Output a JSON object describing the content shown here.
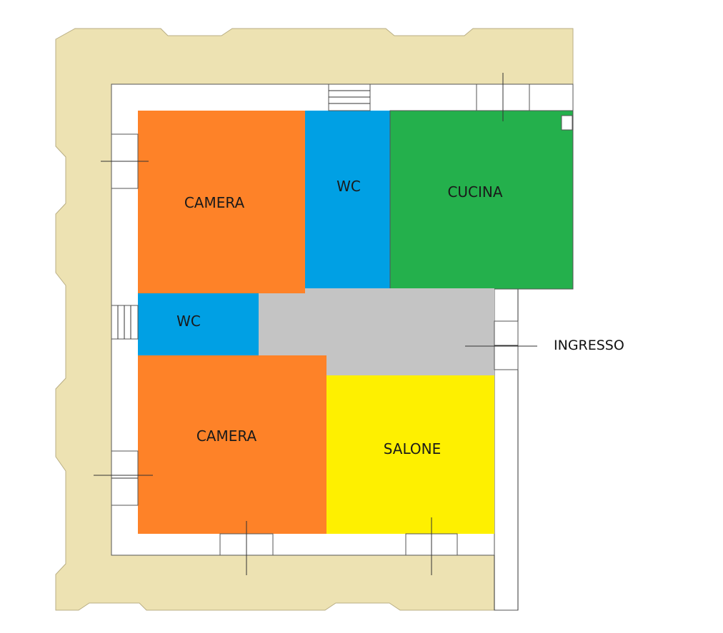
{
  "colors": {
    "terrace": "#ede2b2",
    "camera": "#fe8228",
    "wc": "#00a0e4",
    "cucina": "#24b04c",
    "ingresso": "#c4c4c4",
    "salone": "#fef000",
    "wall": "#ffffff",
    "outline": "#555555"
  },
  "rooms": {
    "camera_top": {
      "label": "CAMERA"
    },
    "wc_top": {
      "label": "WC"
    },
    "cucina": {
      "label": "CUCINA"
    },
    "wc_left": {
      "label": "WC"
    },
    "camera_bottom": {
      "label": "CAMERA"
    },
    "salone": {
      "label": "SALONE"
    }
  },
  "labels": {
    "ingresso": "INGRESSO"
  }
}
